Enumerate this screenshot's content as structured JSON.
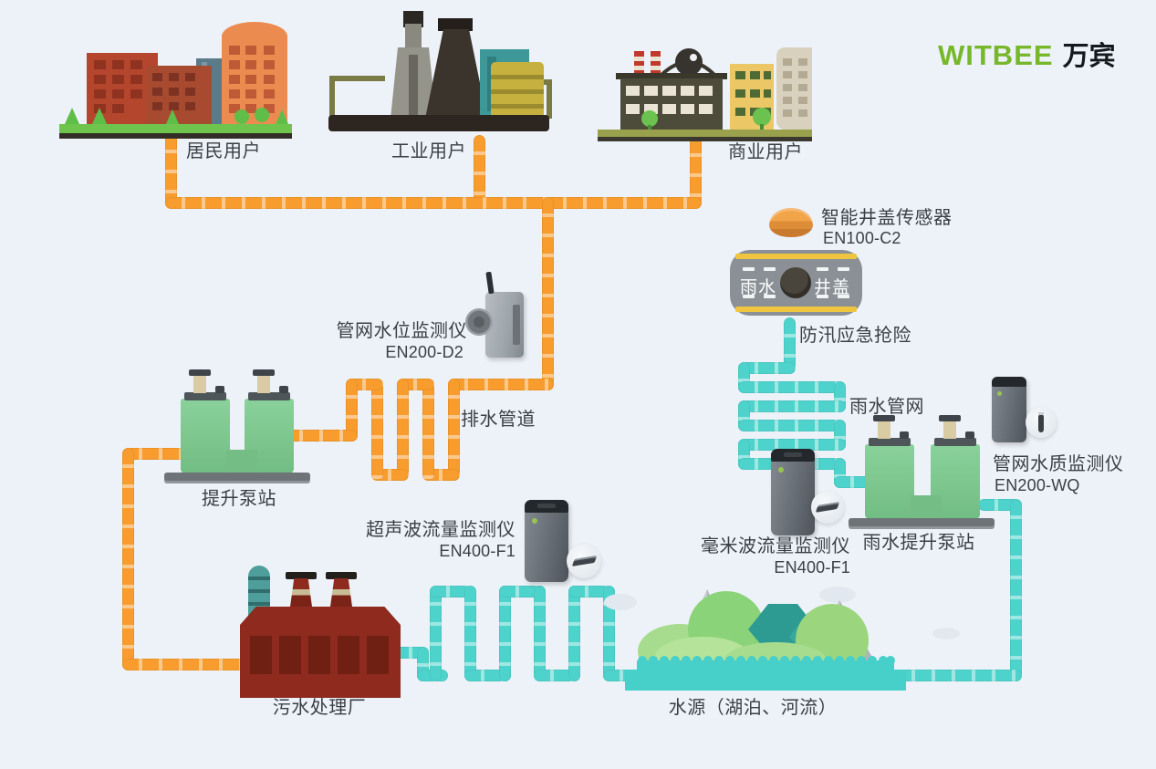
{
  "logo": {
    "brand_en": "WITBEE",
    "brand_zh": "万宾"
  },
  "users": {
    "residential": "居民用户",
    "industrial": "工业用户",
    "commercial": "商业用户"
  },
  "manhole": {
    "sensor_name": "智能井盖传感器",
    "sensor_model": "EN100-C2",
    "cover_left": "雨水",
    "cover_right": "井盖",
    "flood_label": "防汛应急抢险"
  },
  "devices": {
    "level_monitor": {
      "name": "管网水位监测仪",
      "model": "EN200-D2"
    },
    "quality_monitor": {
      "name": "管网水质监测仪",
      "model": "EN200-WQ"
    },
    "ultrasonic_flow": {
      "name": "超声波流量监测仪",
      "model": "EN400-F1"
    },
    "mmwave_flow": {
      "name": "毫米波流量监测仪",
      "model": "EN400-F1"
    }
  },
  "facilities": {
    "drain_pipe": "排水管道",
    "pump_station": "提升泵站",
    "rain_network": "雨水管网",
    "rain_pump_station": "雨水提升泵站",
    "sewage_plant": "污水处理厂",
    "water_source": "水源（湖泊、河流）"
  },
  "colors": {
    "sewage_pipe": "#F79C2D",
    "rain_pipe": "#4ED3CC",
    "tank_green": "#7EC890",
    "logo_green": "#76B82A",
    "text": "#3A3F45"
  }
}
